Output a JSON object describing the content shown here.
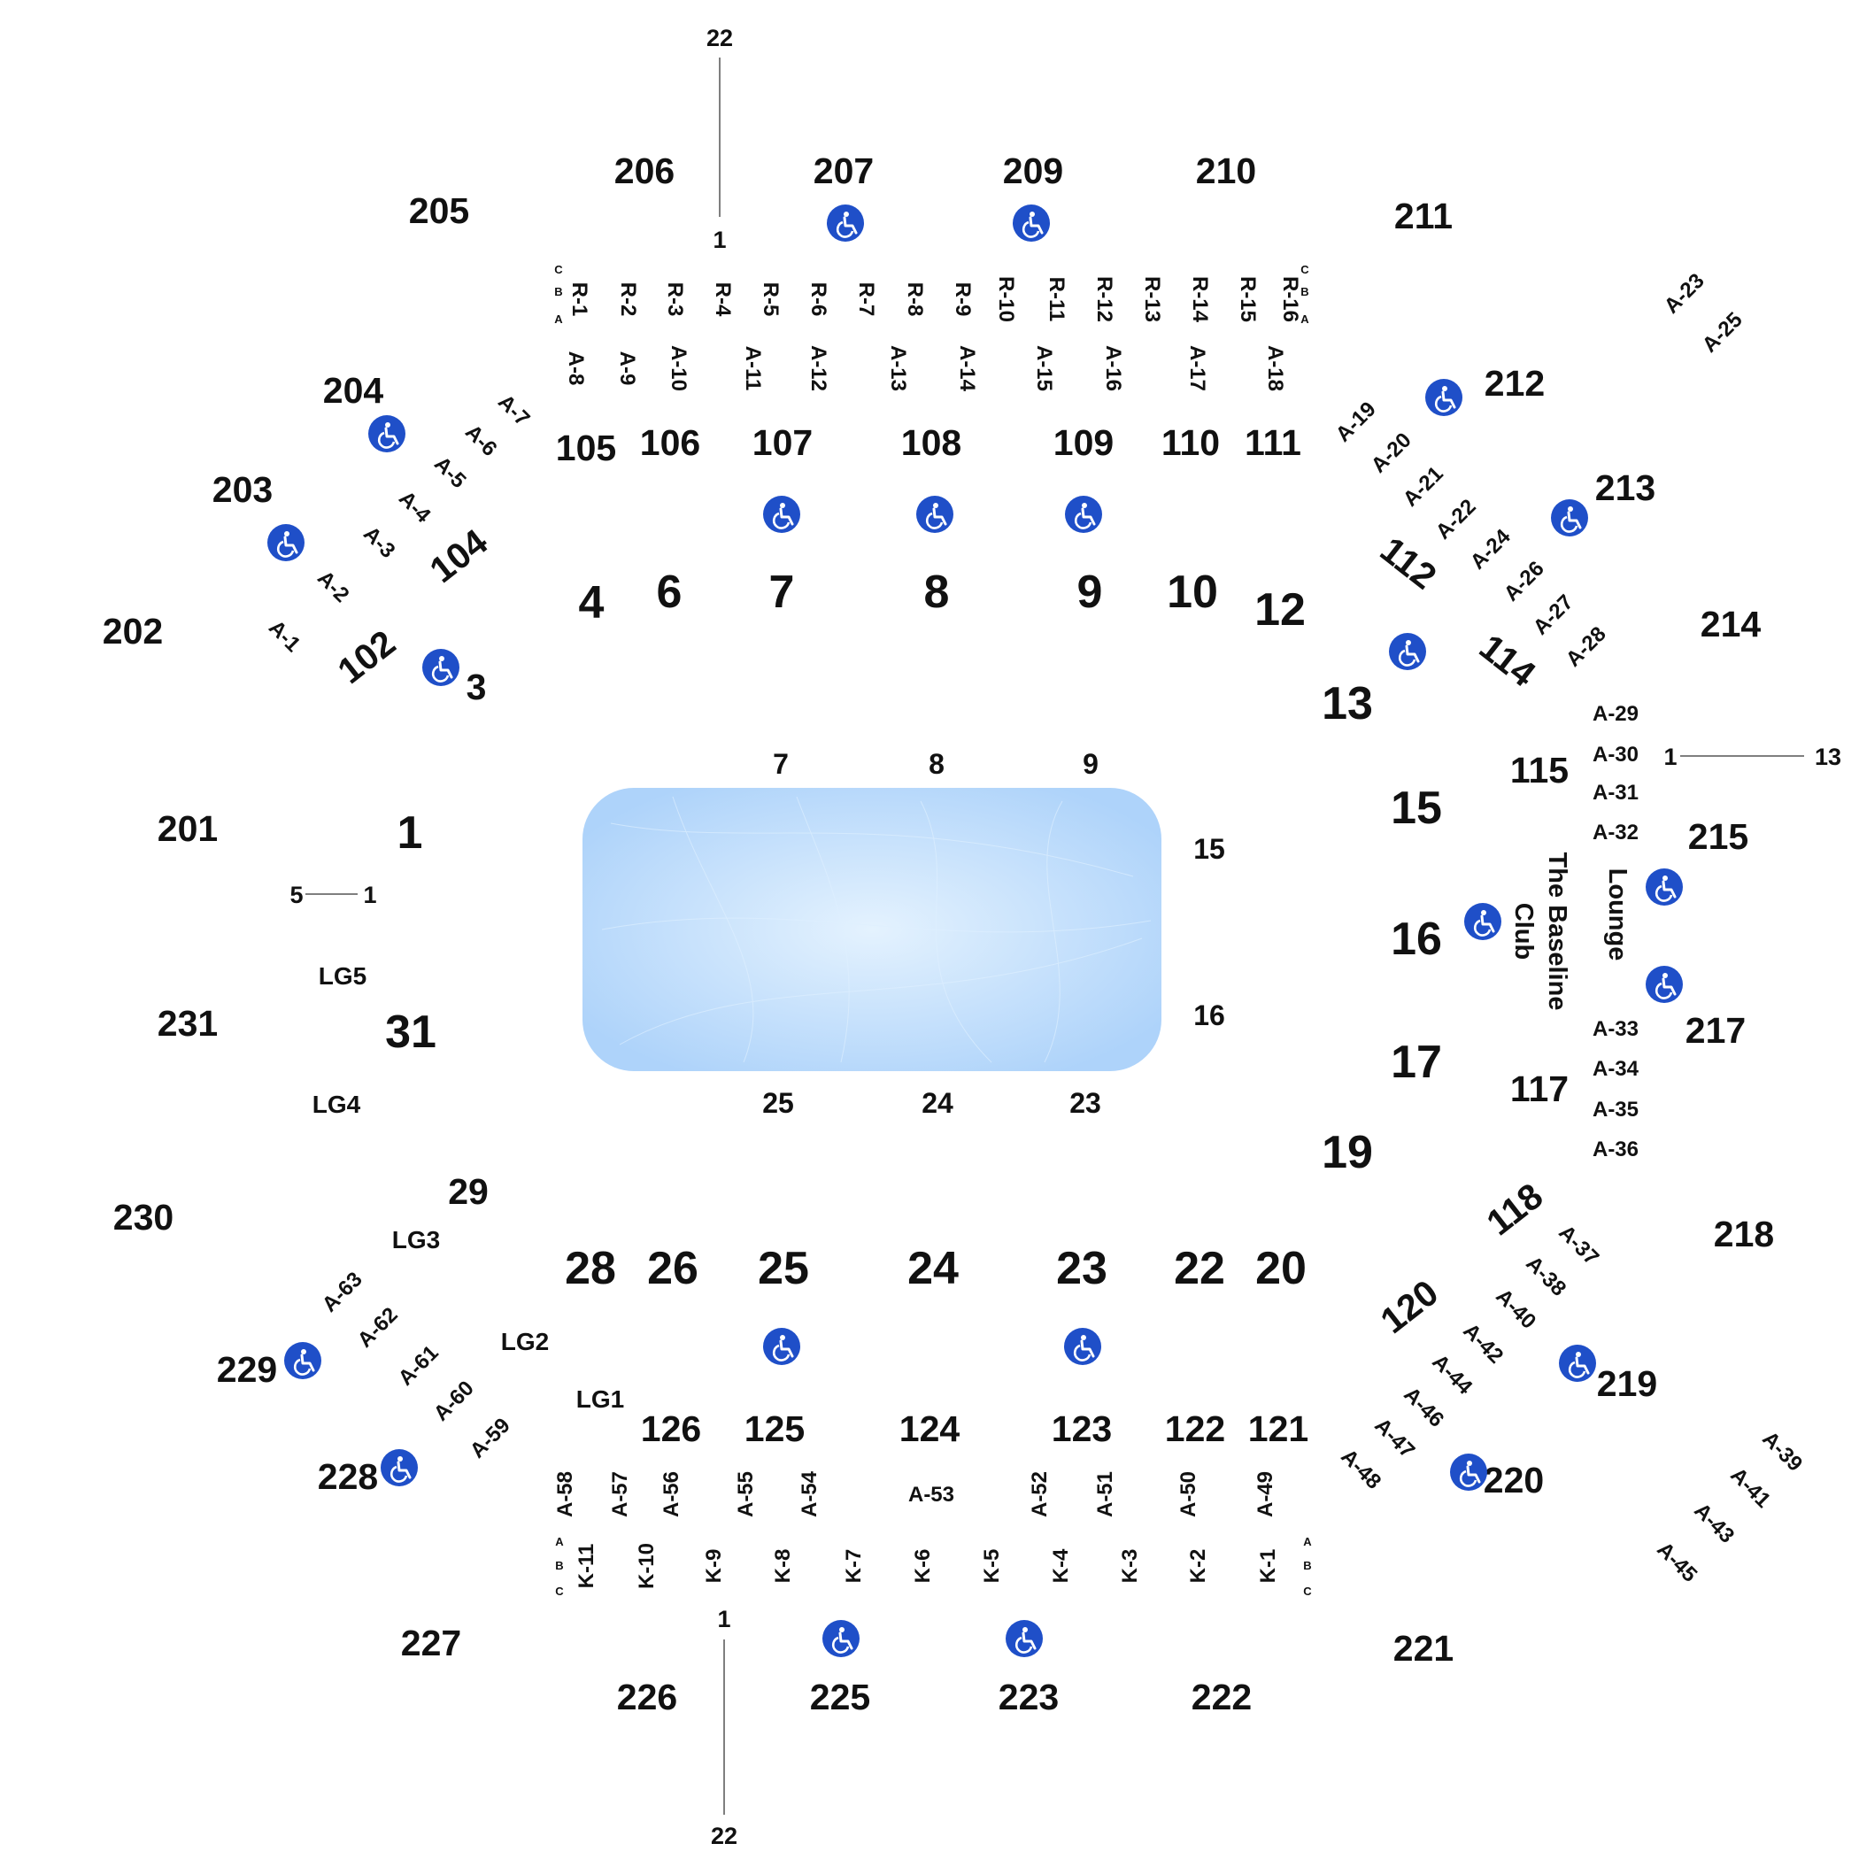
{
  "upper_sections": [
    "201",
    "202",
    "203",
    "204",
    "205",
    "206",
    "207",
    "209",
    "210",
    "211",
    "212",
    "213",
    "214",
    "215",
    "217",
    "218",
    "219",
    "220",
    "221",
    "222",
    "223",
    "225",
    "226",
    "227",
    "228",
    "229",
    "230",
    "231"
  ],
  "lower_sections": [
    "102",
    "104",
    "105",
    "106",
    "107",
    "108",
    "109",
    "110",
    "111",
    "112",
    "114",
    "115",
    "117",
    "118",
    "120",
    "121",
    "122",
    "123",
    "124",
    "125",
    "126"
  ],
  "floor_sections": [
    "1",
    "3",
    "4",
    "6",
    "7",
    "8",
    "9",
    "10",
    "12",
    "13",
    "15",
    "16",
    "17",
    "19",
    "20",
    "22",
    "23",
    "24",
    "25",
    "26",
    "28",
    "29",
    "31"
  ],
  "rink_ends": {
    "top": [
      "7",
      "8",
      "9"
    ],
    "bottom": [
      "25",
      "24",
      "23"
    ],
    "right": [
      "15",
      "16"
    ]
  },
  "loge_boxes": [
    "LG1",
    "LG2",
    "LG3",
    "LG4",
    "LG5"
  ],
  "aisle_labels_top": [
    "A-8",
    "A-9",
    "A-10",
    "A-11",
    "A-12",
    "A-13",
    "A-14",
    "A-15",
    "A-16",
    "A-17",
    "A-18"
  ],
  "aisle_labels_bottom": [
    "A-58",
    "A-57",
    "A-56",
    "A-55",
    "A-54",
    "A-53",
    "A-52",
    "A-51",
    "A-50",
    "A-49"
  ],
  "aisle_labels_right": [
    "A-29",
    "A-30",
    "A-31",
    "A-32",
    "A-33",
    "A-34",
    "A-35",
    "A-36"
  ],
  "aisle_labels_diag_upper_left": [
    "A-1",
    "A-2",
    "A-3",
    "A-4",
    "A-5",
    "A-6",
    "A-7"
  ],
  "aisle_labels_diag_upper_right": [
    "A-19",
    "A-20",
    "A-21",
    "A-22",
    "A-24",
    "A-26",
    "A-27",
    "A-28"
  ],
  "aisle_labels_diag_lower_left": [
    "A-63",
    "A-62",
    "A-61",
    "A-60",
    "A-59"
  ],
  "aisle_labels_diag_lower_right": [
    "A-37",
    "A-38",
    "A-40",
    "A-42",
    "A-44",
    "A-46",
    "A-47",
    "A-48"
  ],
  "aisle_labels_far_top_right": [
    "A-23",
    "A-25"
  ],
  "aisle_labels_far_bottom_right": [
    "A-39",
    "A-41",
    "A-43",
    "A-45"
  ],
  "boxes_top": [
    "R-1",
    "R-2",
    "R-3",
    "R-4",
    "R-5",
    "R-6",
    "R-7",
    "R-8",
    "R-9",
    "R-10",
    "R-11",
    "R-12",
    "R-13",
    "R-14",
    "R-15",
    "R-16"
  ],
  "boxes_bottom": [
    "K-11",
    "K-10",
    "K-9",
    "K-8",
    "K-7",
    "K-6",
    "K-5",
    "K-4",
    "K-3",
    "K-2",
    "K-1"
  ],
  "box_rows": [
    "C",
    "B",
    "A"
  ],
  "club_name": {
    "line1": "The Baseline",
    "line2": "Club",
    "line3": "Lounge"
  },
  "row_scales": {
    "top": {
      "start": "1",
      "end": "22"
    },
    "bottom": {
      "start": "1",
      "end": "22"
    },
    "right": {
      "start": "1",
      "end": "13"
    },
    "left": {
      "start": "5",
      "end": "1"
    }
  },
  "accessible_icon": "wheelchair-accessible-icon",
  "colors": {
    "accessible_badge": "#1f4fc8",
    "rink_fill": "#b3d7fb",
    "rink_center": "#e1f0fd",
    "text": "#111111"
  }
}
